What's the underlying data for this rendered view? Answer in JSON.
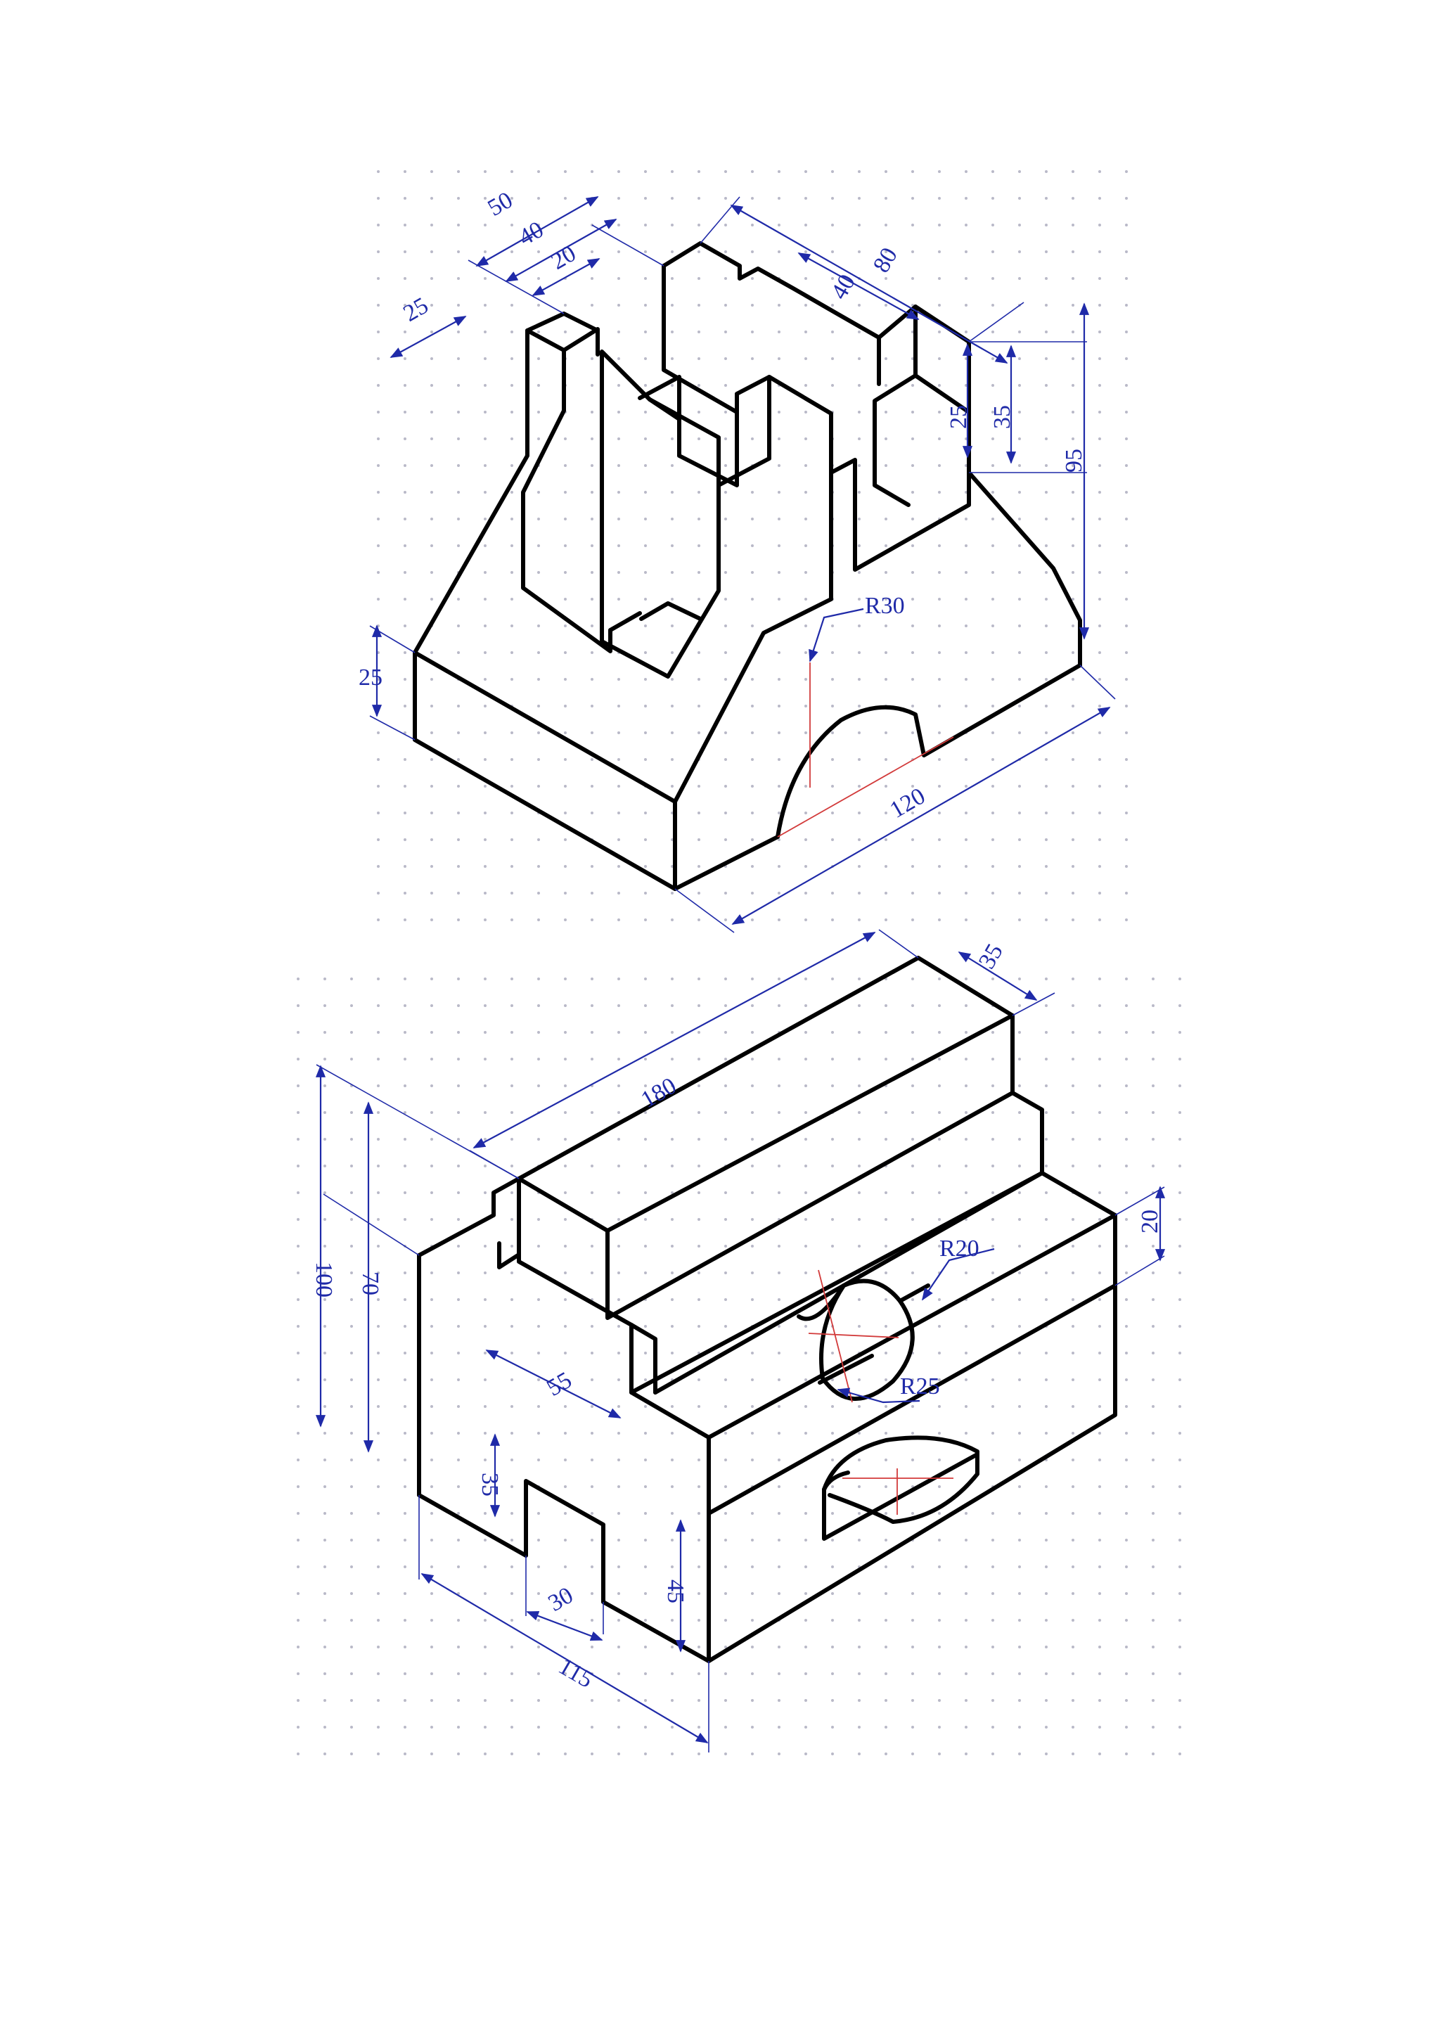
{
  "colors": {
    "object_line": "#000000",
    "dimension": "#1f2aa8",
    "centerline": "#d23a3a",
    "grid_dot": "#b9b9c8",
    "background": "#ffffff"
  },
  "drawings": [
    {
      "dimensions": {
        "d50": "50",
        "d40a": "40",
        "d20": "20",
        "d25a": "25",
        "d40b": "40",
        "d80": "80",
        "d25b": "25",
        "d35": "35",
        "d95": "95",
        "d25c": "25",
        "r30": "R30",
        "d120": "120"
      }
    },
    {
      "dimensions": {
        "d180": "180",
        "d35": "35",
        "r20": "R20",
        "d20": "20",
        "d100": "100",
        "d70": "70",
        "d55": "55",
        "r25": "R25",
        "d35b": "35",
        "d45": "45",
        "d30": "30",
        "d115": "115"
      }
    }
  ]
}
